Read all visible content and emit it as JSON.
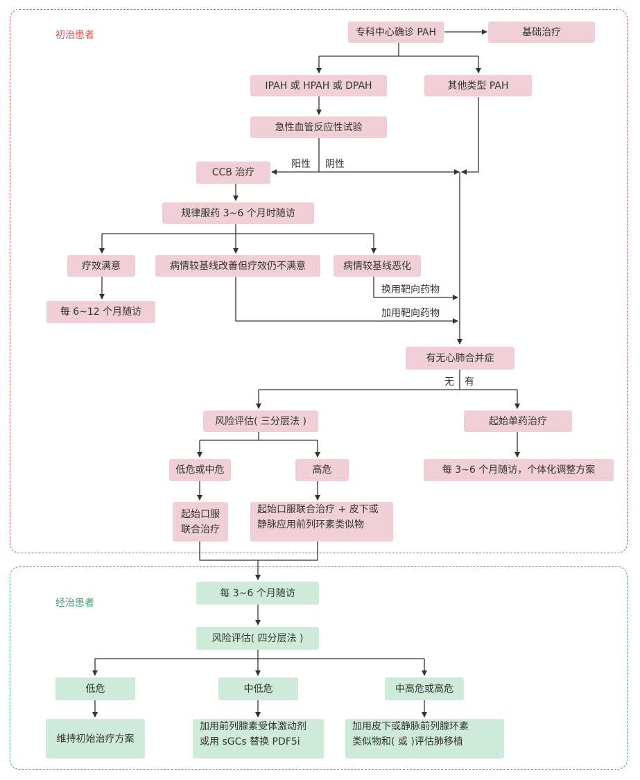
{
  "regions": {
    "initial_label": "初治患者",
    "treated_label": "经治患者"
  },
  "nodes": {
    "diagnosis": "专科中心确诊 PAH",
    "basic_treatment": "基础治疗",
    "ipah": "IPAH 或 HPAH 或 DPAH",
    "other_pah": "其他类型 PAH",
    "vaso_test": "急性血管反应性试验",
    "ccb": "CCB 治疗",
    "regular_followup": "规律服药 3~6 个月时随访",
    "satisfied": "疗效满意",
    "improved_unsatisfied": "病情较基线改善但疗效仍不满意",
    "worsened": "病情较基线恶化",
    "followup_6_12": "每 6~12 个月随访",
    "cor_pulmonale": "有无心肺合并症",
    "risk_three": "风险评估( 三分层法 )",
    "mono_start": "起始单药治疗",
    "low_mid": "低危或中危",
    "high": "高危",
    "followup_individual": "每 3~6 个月随访，个体化调整方案",
    "oral_combo_l1": "起始口服",
    "oral_combo_l2": "联合治疗",
    "oral_iv_l1": "起始口服联合治疗 + 皮下或",
    "oral_iv_l2": "静脉应用前列环素类似物",
    "followup_3_6": "每 3~6 个月随访",
    "risk_four": "风险评估( 四分层法 )",
    "low": "低危",
    "mid_low": "中低危",
    "mid_high": "中高危或高危",
    "maintain": "维持初始治疗方案",
    "ip_l1": "加用前列腺素受体激动剂",
    "ip_l2": "或用 sGCs 替换 PDF5i",
    "sc_l1": "加用皮下或静脉前列腺环素",
    "sc_l2": "类似物和( 或 )评估肺移植"
  },
  "edge_labels": {
    "positive": "阳性",
    "negative": "阴性",
    "switch_target": "换用靶向药物",
    "add_target": "加用靶向药物",
    "none": "无",
    "has": "有"
  },
  "colors": {
    "pink_box": "#f0cfd6",
    "green_box": "#cdebd8",
    "red_border": "#d9534f",
    "green_border": "#35a86a",
    "line": "#333333"
  }
}
